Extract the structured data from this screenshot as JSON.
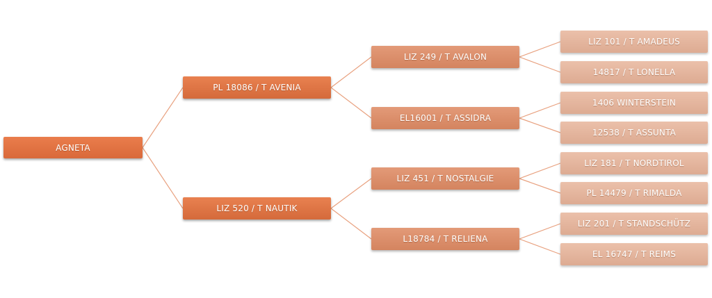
{
  "tree": {
    "root": "AGNETA",
    "sire": "PL 18086 / T AVENIA",
    "dam": "LIZ 520 / T NAUTIK",
    "sire_sire": "LIZ 249 / T AVALON",
    "sire_dam": "EL16001 / T ASSIDRA",
    "dam_sire": "LIZ 451 / T NOSTALGIE",
    "dam_dam": "L18784 / T RELIENA",
    "sire_sire_sire": "LIZ 101 / T AMADEUS",
    "sire_sire_dam": "14817 / T LONELLA",
    "sire_dam_sire": "1406 WINTERSTEIN",
    "sire_dam_dam": "12538 / T ASSUNTA",
    "dam_sire_sire": "LIZ 181 / T NORDTIROL",
    "dam_sire_dam": "PL 14479 / T RIMALDA",
    "dam_dam_sire": "LIZ 201 / T STANDSCHÜTZ",
    "dam_dam_dam": "EL 16747 / T REIMS"
  },
  "colors": {
    "level0": "#e0743f",
    "level1": "#df7645",
    "level2": "#dc8f6b",
    "level3": "#e4b69e",
    "connector": "#e8a07e"
  }
}
